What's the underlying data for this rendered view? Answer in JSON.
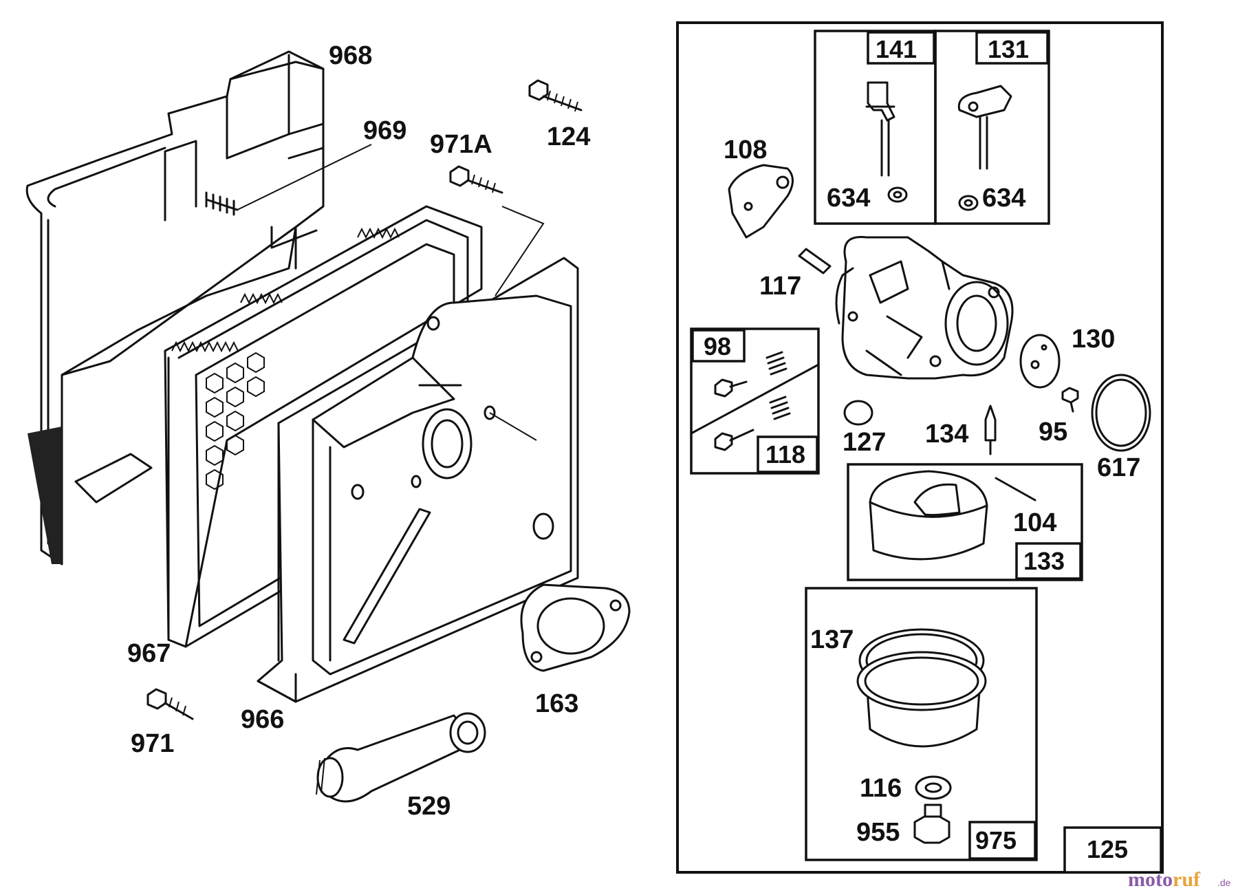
{
  "diagram": {
    "labels": {
      "p968": "968",
      "p969": "969",
      "p971a": "971A",
      "p124": "124",
      "p967": "967",
      "p966": "966",
      "p971": "971",
      "p163": "163",
      "p529": "529",
      "p108": "108",
      "p117": "117",
      "p634a": "634",
      "p634b": "634",
      "p130": "130",
      "p127": "127",
      "p134": "134",
      "p95": "95",
      "p617": "617",
      "p104": "104",
      "p137": "137",
      "p116": "116",
      "p955": "955"
    },
    "boxes": {
      "b141": "141",
      "b131": "131",
      "b98": "98",
      "b118": "118",
      "b133": "133",
      "b975": "975",
      "b125": "125"
    }
  },
  "watermark": {
    "part1": "moto",
    "part2": "ruf",
    "suffix": ".de"
  }
}
